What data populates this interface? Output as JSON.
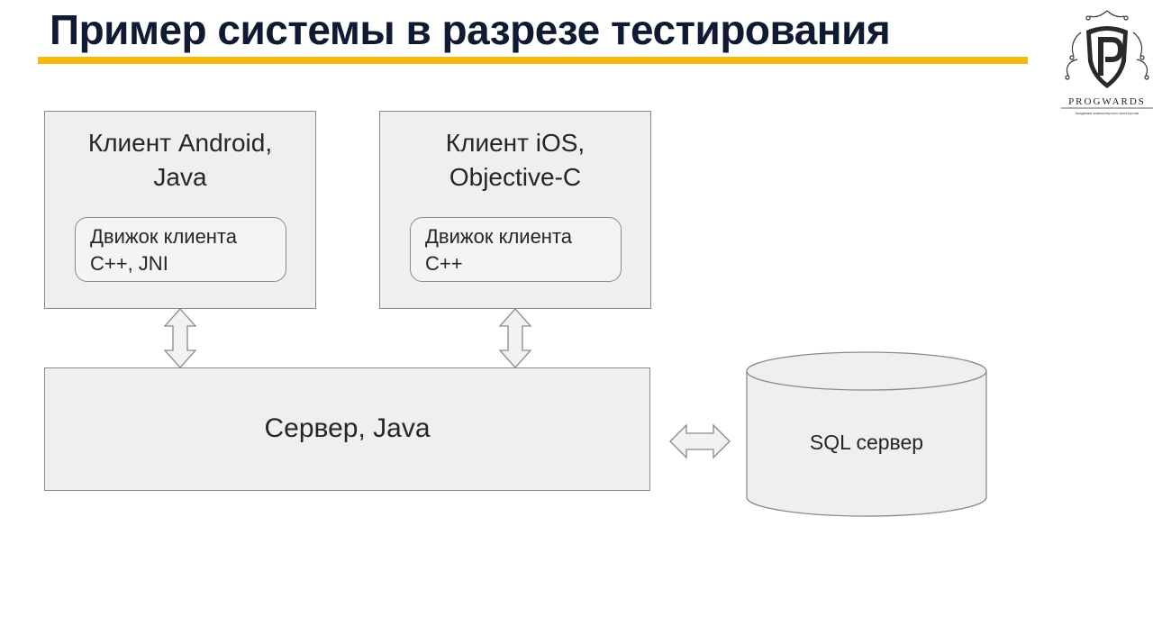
{
  "title": "Пример системы в разрезе тестирования",
  "logo": {
    "text": "PROGWARDS",
    "tagline": "Академия компьютерного мастерства"
  },
  "android_client": {
    "title_line1": "Клиент Android,",
    "title_line2": "Java",
    "engine_line1": "Движок клиента",
    "engine_line2": "C++, JNI"
  },
  "ios_client": {
    "title_line1": "Клиент iOS,",
    "title_line2": "Objective-C",
    "engine_line1": "Движок клиента",
    "engine_line2": "C++"
  },
  "server": {
    "label": "Сервер, Java"
  },
  "database": {
    "label": "SQL сервер"
  },
  "colors": {
    "accent": "#f6b80f",
    "title": "#111a33",
    "box_fill": "#efefef",
    "border": "#8a8a8a"
  }
}
